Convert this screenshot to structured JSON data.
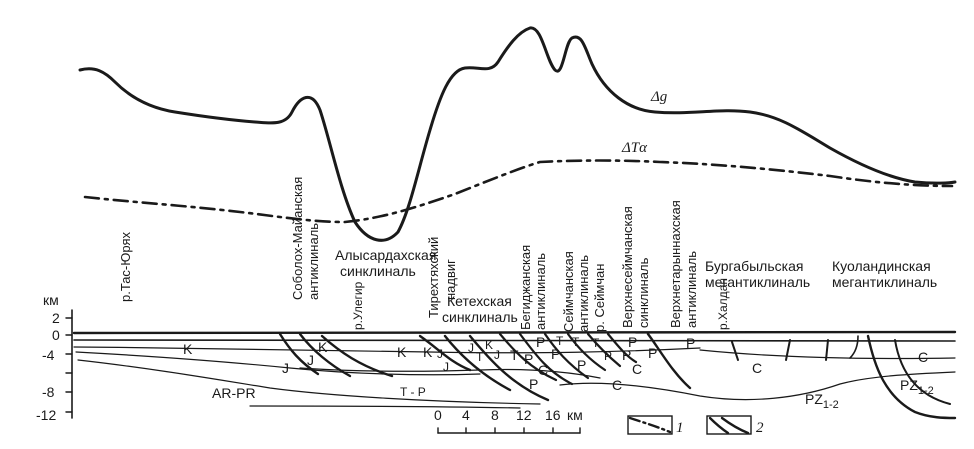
{
  "curves": {
    "gravity": "Δg",
    "magnetic": "ΔTα"
  },
  "structures_vertical": [
    "р.Тас-Юрях",
    "Соболох-Майанская",
    "антиклиналь",
    "р.Улегир",
    "Тирехтяхский",
    "надвиг",
    "Бегиджанская",
    "антиклиналь",
    "Сеймчанская",
    "антиклиналь",
    "р. Сеймчан",
    "Верхнесеймчанская",
    "синклиналь",
    "Верхнетарыннахская",
    "антиклиналь",
    "р.Халдан"
  ],
  "structures_horizontal": [
    "Алысардахская",
    "синклиналь",
    "Кетехская",
    "синклиналь",
    "Бургабыльская",
    "мегантиклиналь",
    "Куоландинская",
    "мегантиклиналь"
  ],
  "depth_axis": {
    "unit": "км",
    "ticks": [
      "2",
      "0",
      "-4",
      "-8",
      "-12"
    ]
  },
  "units": {
    "K": "K",
    "J": "J",
    "T": "T",
    "P": "P",
    "C": "C",
    "ARPR": "AR-PR",
    "TP": "T - P",
    "PZ": "PZ",
    "PZ_sub": "1-2"
  },
  "scale": {
    "ticks": [
      "0",
      "4",
      "8",
      "12",
      "16"
    ],
    "unit": "км"
  },
  "legend": {
    "item1": "1",
    "item2": "2"
  }
}
